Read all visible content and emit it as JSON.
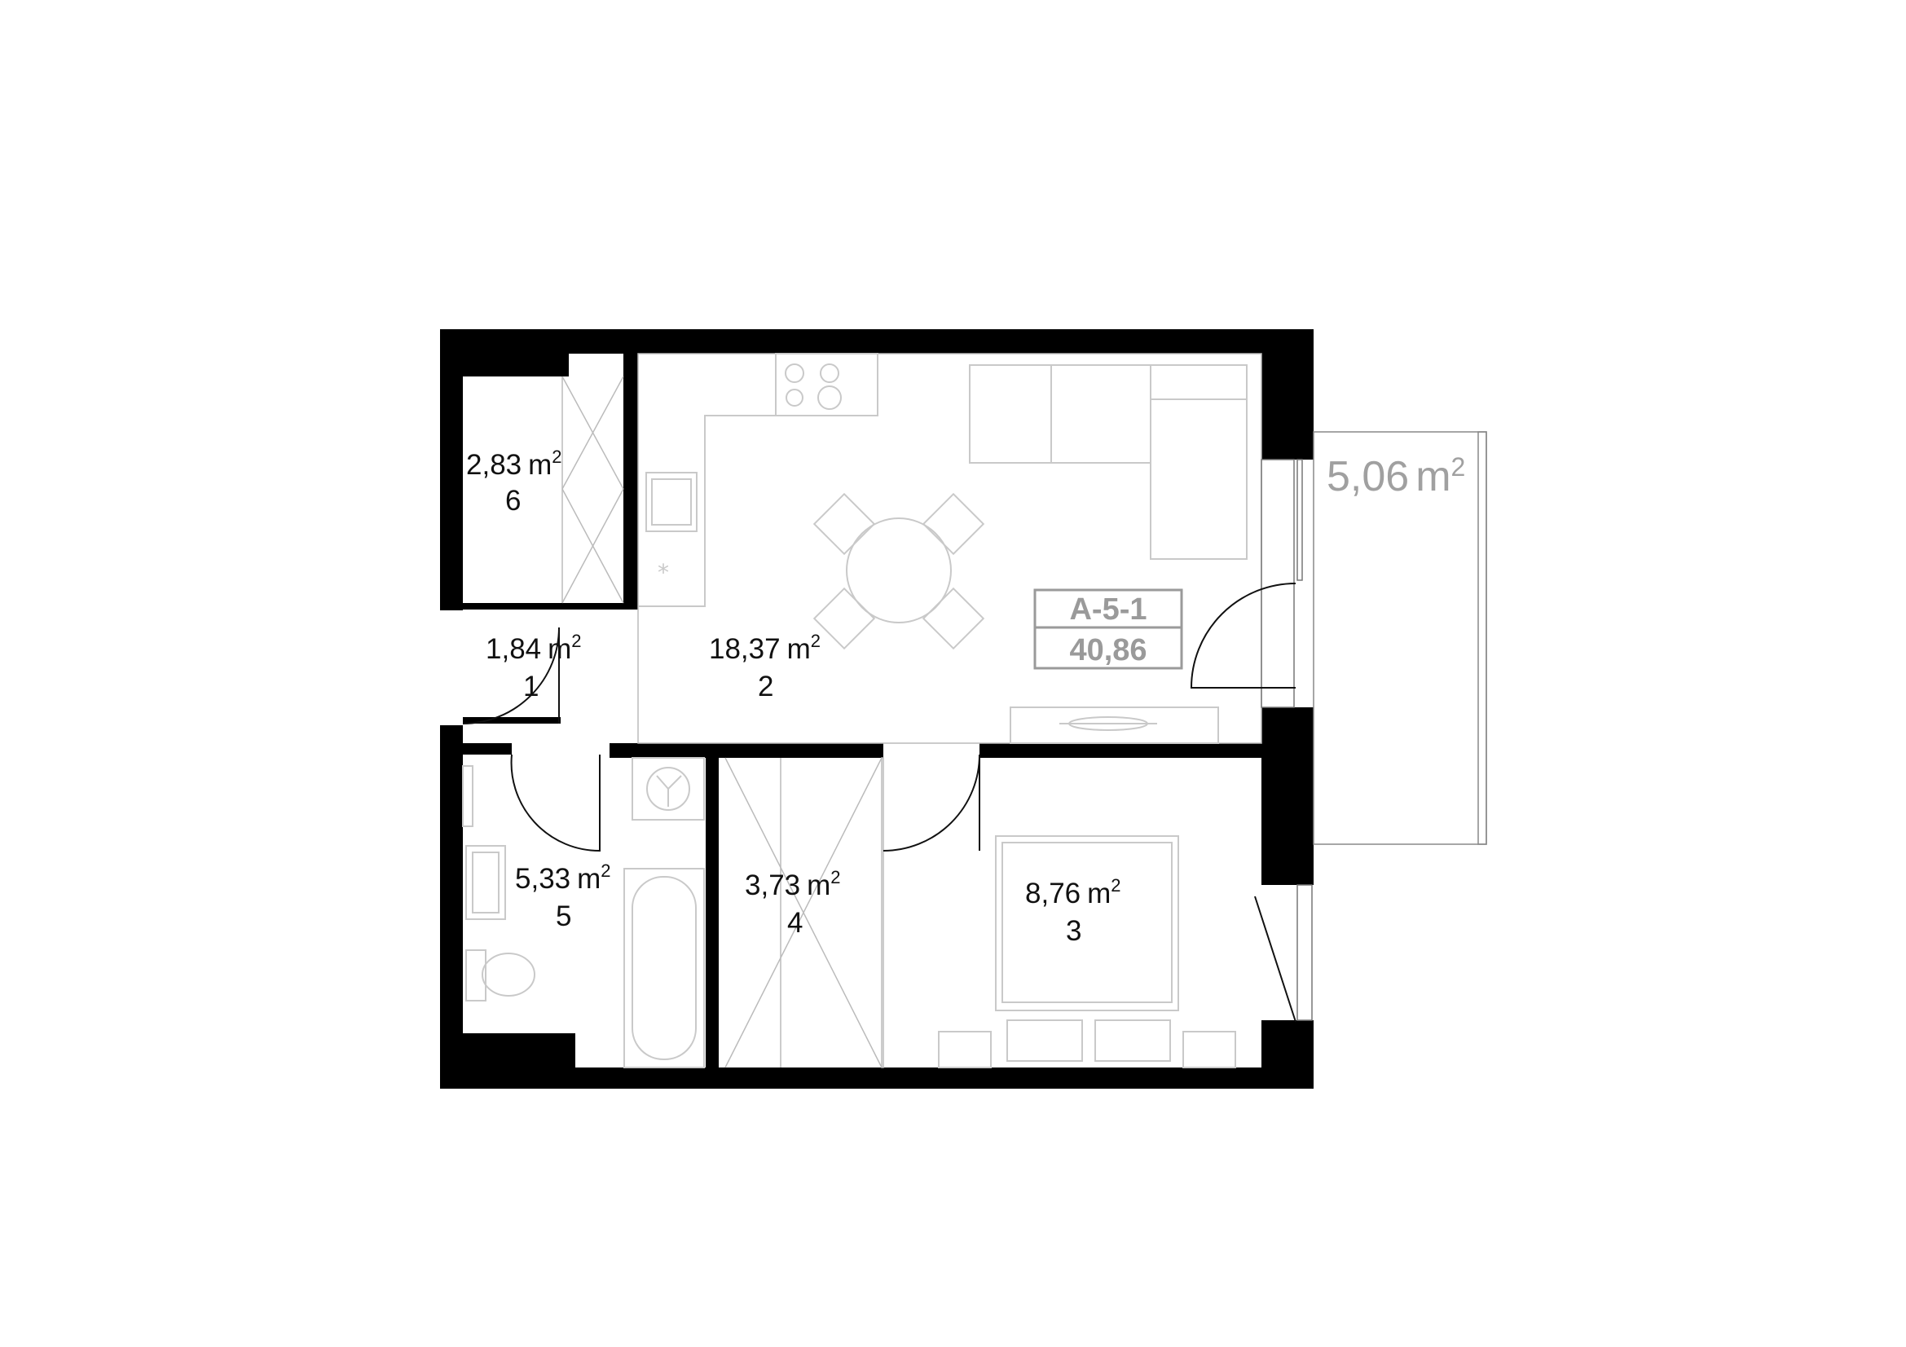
{
  "unit": {
    "code": "A-5-1",
    "total_area": "40,86"
  },
  "balcony": {
    "area": "5,06",
    "unit_base": "m",
    "unit_sup": "2"
  },
  "rooms": [
    {
      "id": "6",
      "area": "2,83",
      "unit_base": "m",
      "unit_sup": "2"
    },
    {
      "id": "1",
      "area": "1,84",
      "unit_base": "m",
      "unit_sup": "2"
    },
    {
      "id": "2",
      "area": "18,37",
      "unit_base": "m",
      "unit_sup": "2"
    },
    {
      "id": "5",
      "area": "5,33",
      "unit_base": "m",
      "unit_sup": "2"
    },
    {
      "id": "4",
      "area": "3,73",
      "unit_base": "m",
      "unit_sup": "2"
    },
    {
      "id": "3",
      "area": "8,76",
      "unit_base": "m",
      "unit_sup": "2"
    }
  ],
  "colors": {
    "wall": "#000000",
    "furniture": "#c9c9c9",
    "label": "#111111",
    "tag": "#9a9a9a"
  }
}
